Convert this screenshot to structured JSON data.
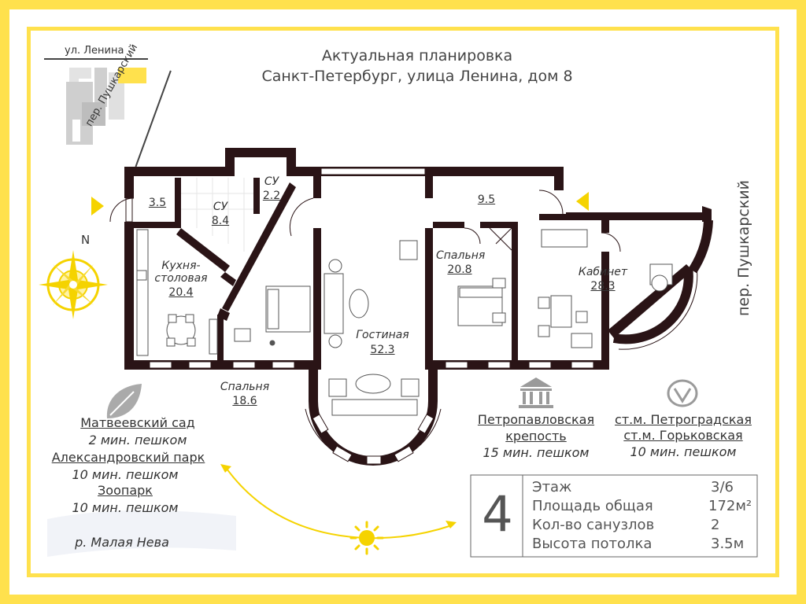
{
  "header": {
    "line1": "Актуальная планировка",
    "line2": "Санкт-Петербург, улица Ленина, дом 8"
  },
  "map": {
    "street_top": "ул. Ленина",
    "street_side": "пер. Пушкарский",
    "compass": "N"
  },
  "street_right": "пер. Пушкарский",
  "rooms": [
    {
      "name": "",
      "area": "3.5"
    },
    {
      "name": "СУ",
      "area": "8.4"
    },
    {
      "name": "СУ",
      "area": "2.2"
    },
    {
      "name": "",
      "area": "9.5"
    },
    {
      "name": "Кухня-\nстоловая",
      "area": "20.4"
    },
    {
      "name": "Гостиная",
      "area": "52.3"
    },
    {
      "name": "Спальня",
      "area": "20.8"
    },
    {
      "name": "Кабинет",
      "area": "28.3"
    },
    {
      "name": "Спальня",
      "area": "18.6"
    }
  ],
  "poi_left": [
    {
      "name": "Матвеевский сад",
      "time": "2 мин. пешком"
    },
    {
      "name": "Александровский парк",
      "time": "10 мин. пешком"
    },
    {
      "name": "Зоопарк",
      "time": "10 мин. пешком"
    }
  ],
  "river": "р. Малая Нева",
  "poi_fortress": {
    "name_line1": "Петропавловская",
    "name_line2": "крепость",
    "time": "15 мин. пешком"
  },
  "poi_metro": {
    "name_line1": "ст.м. Петроградская",
    "name_line2": "ст.м. Горьковская",
    "time": "10 мин. пешком"
  },
  "metro_icon": "metro-icon",
  "info": {
    "number": "4",
    "rows": [
      {
        "label": "Этаж",
        "value": "3/6"
      },
      {
        "label": "Площадь общая",
        "value": "172м²"
      },
      {
        "label": "Кол-во санузлов",
        "value": "2"
      },
      {
        "label": "Высота потолка",
        "value": "3.5м"
      }
    ]
  },
  "colors": {
    "wall": "#2A1416",
    "accent": "#FFE14D",
    "sun": "#F5D300"
  }
}
